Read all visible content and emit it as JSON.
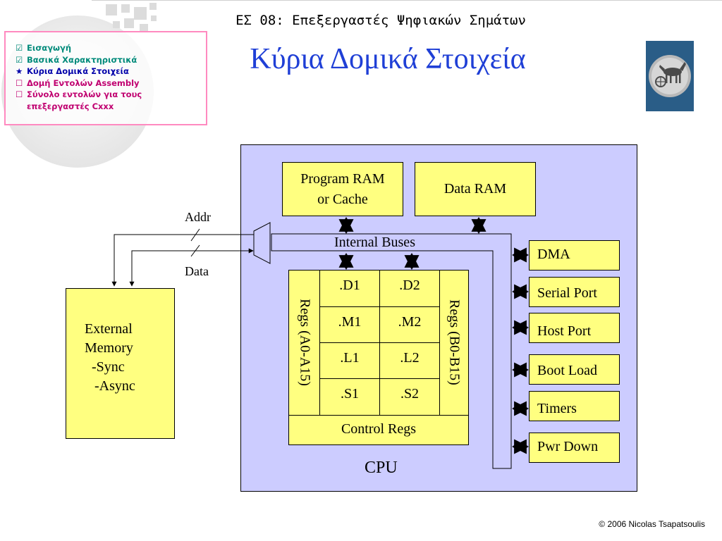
{
  "header": {
    "course_title": "ΕΣ 08: Επεξεργαστές Ψηφιακών Σημάτων",
    "slide_title": "Κύρια Δομικά Στοιχεία"
  },
  "outline": {
    "items": [
      {
        "marker": "☑",
        "label": "Εισαγωγή",
        "color": "#008a7a"
      },
      {
        "marker": "☑",
        "label": "Βασικά Χαρακτηριστικά",
        "color": "#008a7a"
      },
      {
        "marker": "★",
        "label": "Κύρια Δομικά Στοιχεία",
        "color": "#0000aa"
      },
      {
        "marker": "☐",
        "label": "Δομή Εντολών Assembly",
        "color": "#c00070"
      },
      {
        "marker": "☐",
        "label": "Σύνολο εντολών για τους",
        "color": "#c00070"
      },
      {
        "marker": "",
        "label": "επεξεργαστές Cxxx",
        "color": "#c00070"
      }
    ]
  },
  "logo_icon": "ancient-coin-chariot-icon",
  "diagram": {
    "cpu_label": "CPU",
    "program_ram": [
      "Program RAM",
      "or Cache"
    ],
    "data_ram": "Data RAM",
    "internal_buses": "Internal Buses",
    "addr_label": "Addr",
    "data_label": "Data",
    "external_memory": [
      "External",
      "Memory",
      "-Sync",
      "-Async"
    ],
    "regs_a": "Regs (A0-A15)",
    "regs_b": "Regs (B0-B15)",
    "units_left": [
      ".D1",
      ".M1",
      ".L1",
      ".S1"
    ],
    "units_right": [
      ".D2",
      ".M2",
      ".L2",
      ".S2"
    ],
    "control_regs": "Control Regs",
    "peripherals": [
      "DMA",
      "Serial Port",
      "Host Port",
      "Boot Load",
      "Timers",
      "Pwr Down"
    ],
    "colors": {
      "cpu_bg": "#ccccff",
      "box_bg": "#ffff80",
      "outline_border": "#ff8ac0",
      "title": "#1f3fd6"
    }
  },
  "footer": {
    "copyright": "© 2006 Nicolas Tsapatsoulis"
  }
}
